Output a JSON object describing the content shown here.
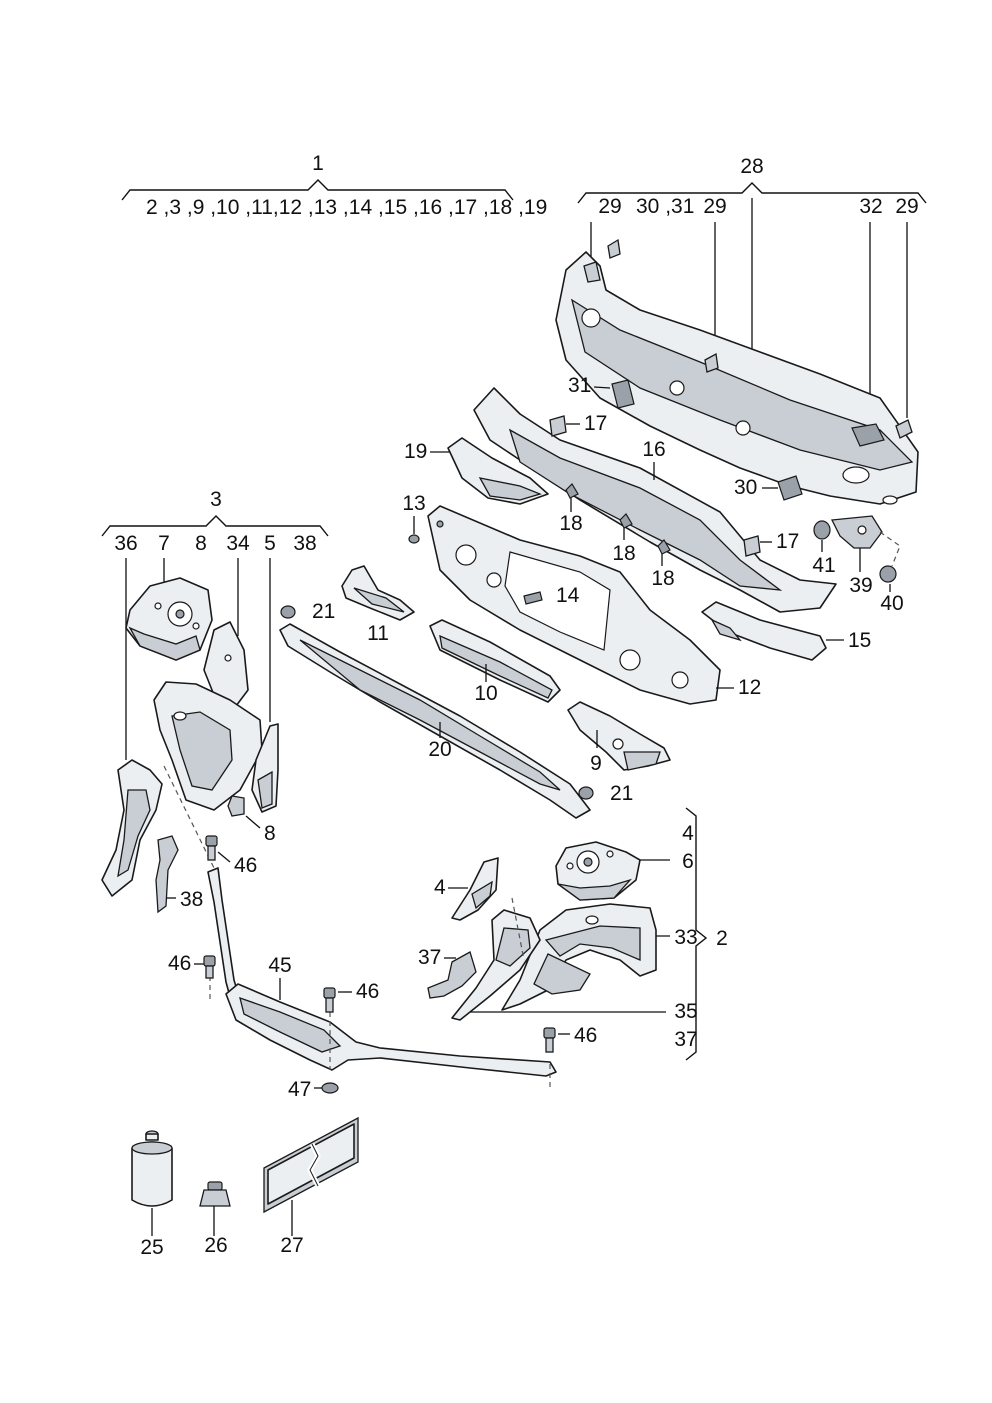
{
  "groups": {
    "g1": {
      "number": "1",
      "members": "2 ,3 ,9 ,10 ,11,12 ,13 ,14 ,15 ,16 ,17 ,18 ,19"
    },
    "g28": {
      "number": "28",
      "members": [
        "29",
        "30 ,31",
        "29",
        "32",
        "29"
      ]
    },
    "g3": {
      "number": "3",
      "members": [
        "36",
        "7",
        "8",
        "34",
        "5",
        "38"
      ]
    },
    "g2": {
      "number": "2",
      "members": [
        "4",
        "6",
        "33",
        "35",
        "37"
      ]
    }
  },
  "labels": {
    "l29a": "29",
    "l30_31": "30 ,31",
    "l29b": "29",
    "l32": "32",
    "l29c": "29",
    "l31": "31",
    "l17a": "17",
    "l16": "16",
    "l19": "19",
    "l18a": "18",
    "l13": "13",
    "l18b": "18",
    "l18c": "18",
    "l17b": "17",
    "l14": "14",
    "l41": "41",
    "l39": "39",
    "l40": "40",
    "l30": "30",
    "l21a": "21",
    "l11": "11",
    "l15": "15",
    "l12": "12",
    "l10": "10",
    "l20": "20",
    "l9": "9",
    "l21b": "21",
    "l36": "36",
    "l7": "7",
    "l8a": "8",
    "l34": "34",
    "l5": "5",
    "l38a": "38",
    "l8b": "8",
    "l46a": "46",
    "l38b": "38",
    "l46b": "46",
    "l45": "45",
    "l46c": "46",
    "l46d": "46",
    "l47": "47",
    "l4a": "4",
    "l6": "6",
    "l4b": "4",
    "l33": "33",
    "l2": "2",
    "l37a": "37",
    "l35": "35",
    "l37b": "37",
    "l25": "25",
    "l26": "26",
    "l27": "27"
  }
}
